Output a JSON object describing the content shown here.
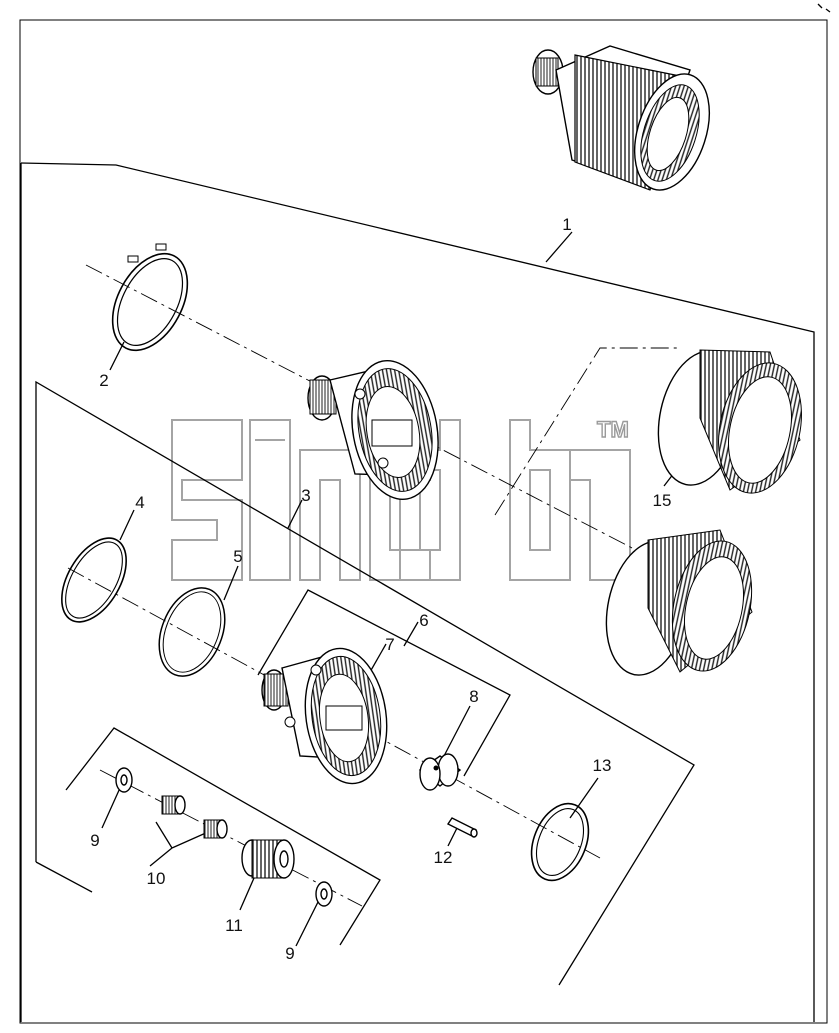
{
  "diagram": {
    "watermark": "TM",
    "callouts": {
      "c1": "1",
      "c2": "2",
      "c3": "3",
      "c4": "4",
      "c5": "5",
      "c6": "6",
      "c7": "7",
      "c8": "8",
      "c9a": "9",
      "c9b": "9",
      "c10": "10",
      "c11": "11",
      "c12": "12",
      "c13": "13",
      "c15": "15"
    }
  }
}
